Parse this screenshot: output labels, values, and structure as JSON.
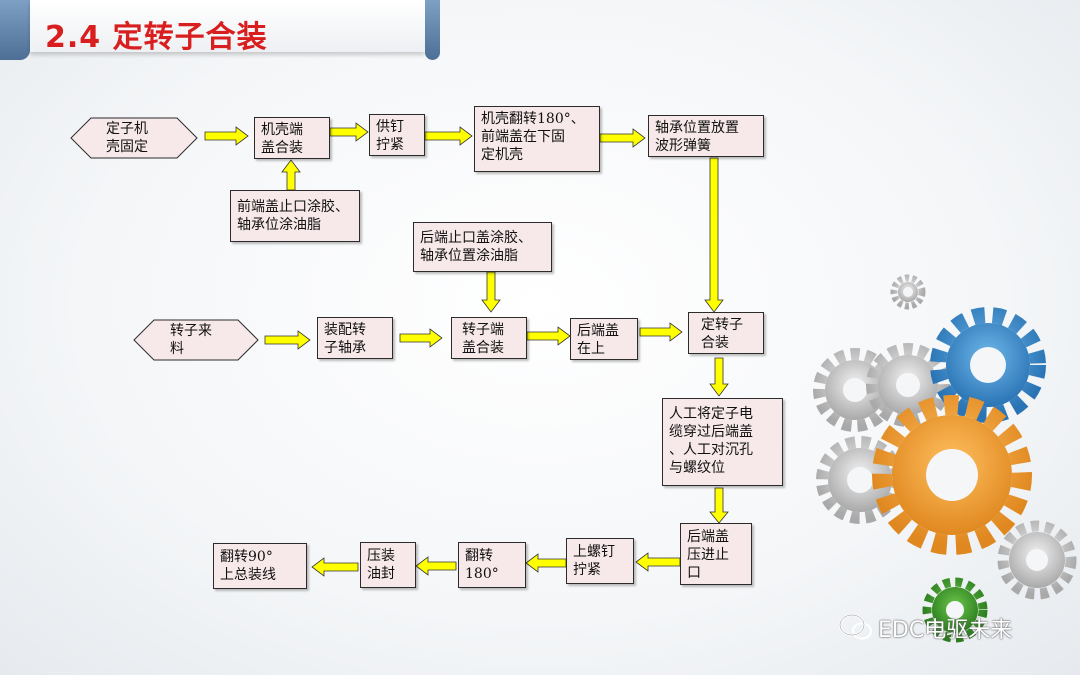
{
  "title": "2.4 定转子合装",
  "nodes": {
    "stator_fixed": "定子机\n壳固定",
    "housing_endcap": "机壳端\n盖合装",
    "front_glue": "前端盖止口涂胶、\n轴承位涂油脂",
    "screw_tighten": "供钉\n拧紧",
    "flip180": "机壳翻转180°、\n前端盖在下固\n定机壳",
    "bearing_spring": "轴承位置放置\n波形弹簧",
    "rotor_feed": "转子来\n料",
    "rotor_bearing": "装配转\n子轴承",
    "rear_glue": "后端止口盖涂胶、\n轴承位置涂油脂",
    "rotor_endcap": "转子端\n盖合装",
    "rear_up": "后端盖\n在上",
    "stator_rotor": "定转子\n合装",
    "cable": "人工将定子电\n缆穿过后端盖\n、人工对沉孔\n与螺纹位",
    "rear_press": "后端盖\n压进止\n口",
    "upper_screw": "上螺钉\n拧紧",
    "flip180b": "翻转\n180°",
    "press_seal": "压装\n油封",
    "flip90": "翻转90°\n上总装线"
  },
  "watermark": "EDC电驱未来",
  "colors": {
    "title": "#d81e1e",
    "box_fill": "#f7e9ea",
    "arrow_fill": "#ffff00",
    "gear_blue": "#3a8fd0",
    "gear_orange": "#f0a030",
    "gear_gray": "#c8c8c8",
    "gear_green": "#3a9a2a"
  }
}
